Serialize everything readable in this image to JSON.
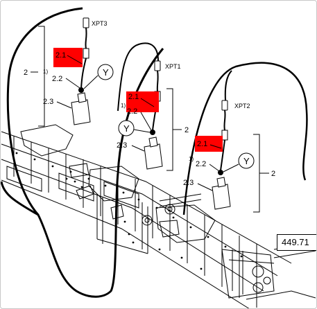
{
  "callouts": {
    "assembly_1": {
      "connector": "XPT3",
      "cable": "2.1",
      "footnote": "1)",
      "plug": "2.2",
      "sensor": "2.3",
      "bracket": "2",
      "wire_marker": "Y"
    },
    "assembly_2": {
      "connector": "XPT1",
      "cable": "2.1",
      "footnote": "1)",
      "plug": "2.2",
      "sensor": "2.3",
      "bracket": "2",
      "wire_marker": "Y"
    },
    "assembly_3": {
      "connector": "XPT2",
      "cable": "2.1",
      "footnote": "1)",
      "plug": "2.2",
      "sensor": "2.3",
      "bracket": "2",
      "wire_marker": "Y"
    }
  },
  "part_number_box": "449.71",
  "colors": {
    "highlight": "#ff0000",
    "line": "#000000",
    "sensor_fill": "#ffffff"
  }
}
